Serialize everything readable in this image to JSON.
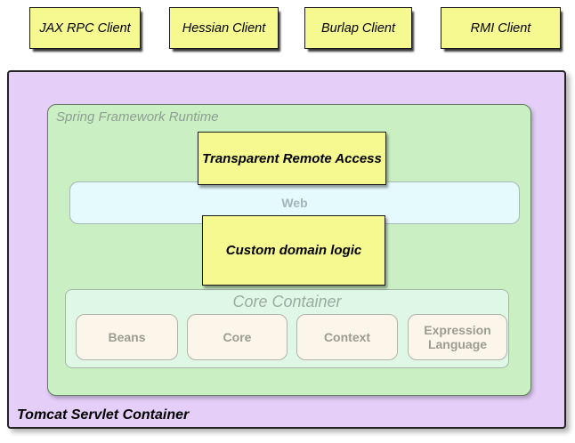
{
  "diagram": {
    "clients": [
      "JAX RPC Client",
      "Hessian Client",
      "Burlap Client",
      "RMI Client"
    ],
    "tomcat": {
      "label": "Tomcat Servlet Container"
    },
    "spring": {
      "label": "Spring Framework Runtime"
    },
    "boxes": {
      "remote_access": "Transparent Remote Access",
      "web": "Web",
      "domain_logic": "Custom domain logic"
    },
    "core_container": {
      "label": "Core Container",
      "modules": [
        "Beans",
        "Core",
        "Context",
        "Expression Language"
      ]
    },
    "colors": {
      "client_box_fill": "#F5F98F",
      "tomcat_fill": "#E5CEF8",
      "spring_fill": "#C9EFC2",
      "web_fill": "#E4FAFC",
      "core_fill": "#DFF8E6",
      "module_fill": "#FBF6E9",
      "muted_label": "#8f9f93",
      "web_label": "#a4b6bb",
      "module_label": "#9c9c92",
      "border_dark": "#1a1a1a"
    }
  }
}
